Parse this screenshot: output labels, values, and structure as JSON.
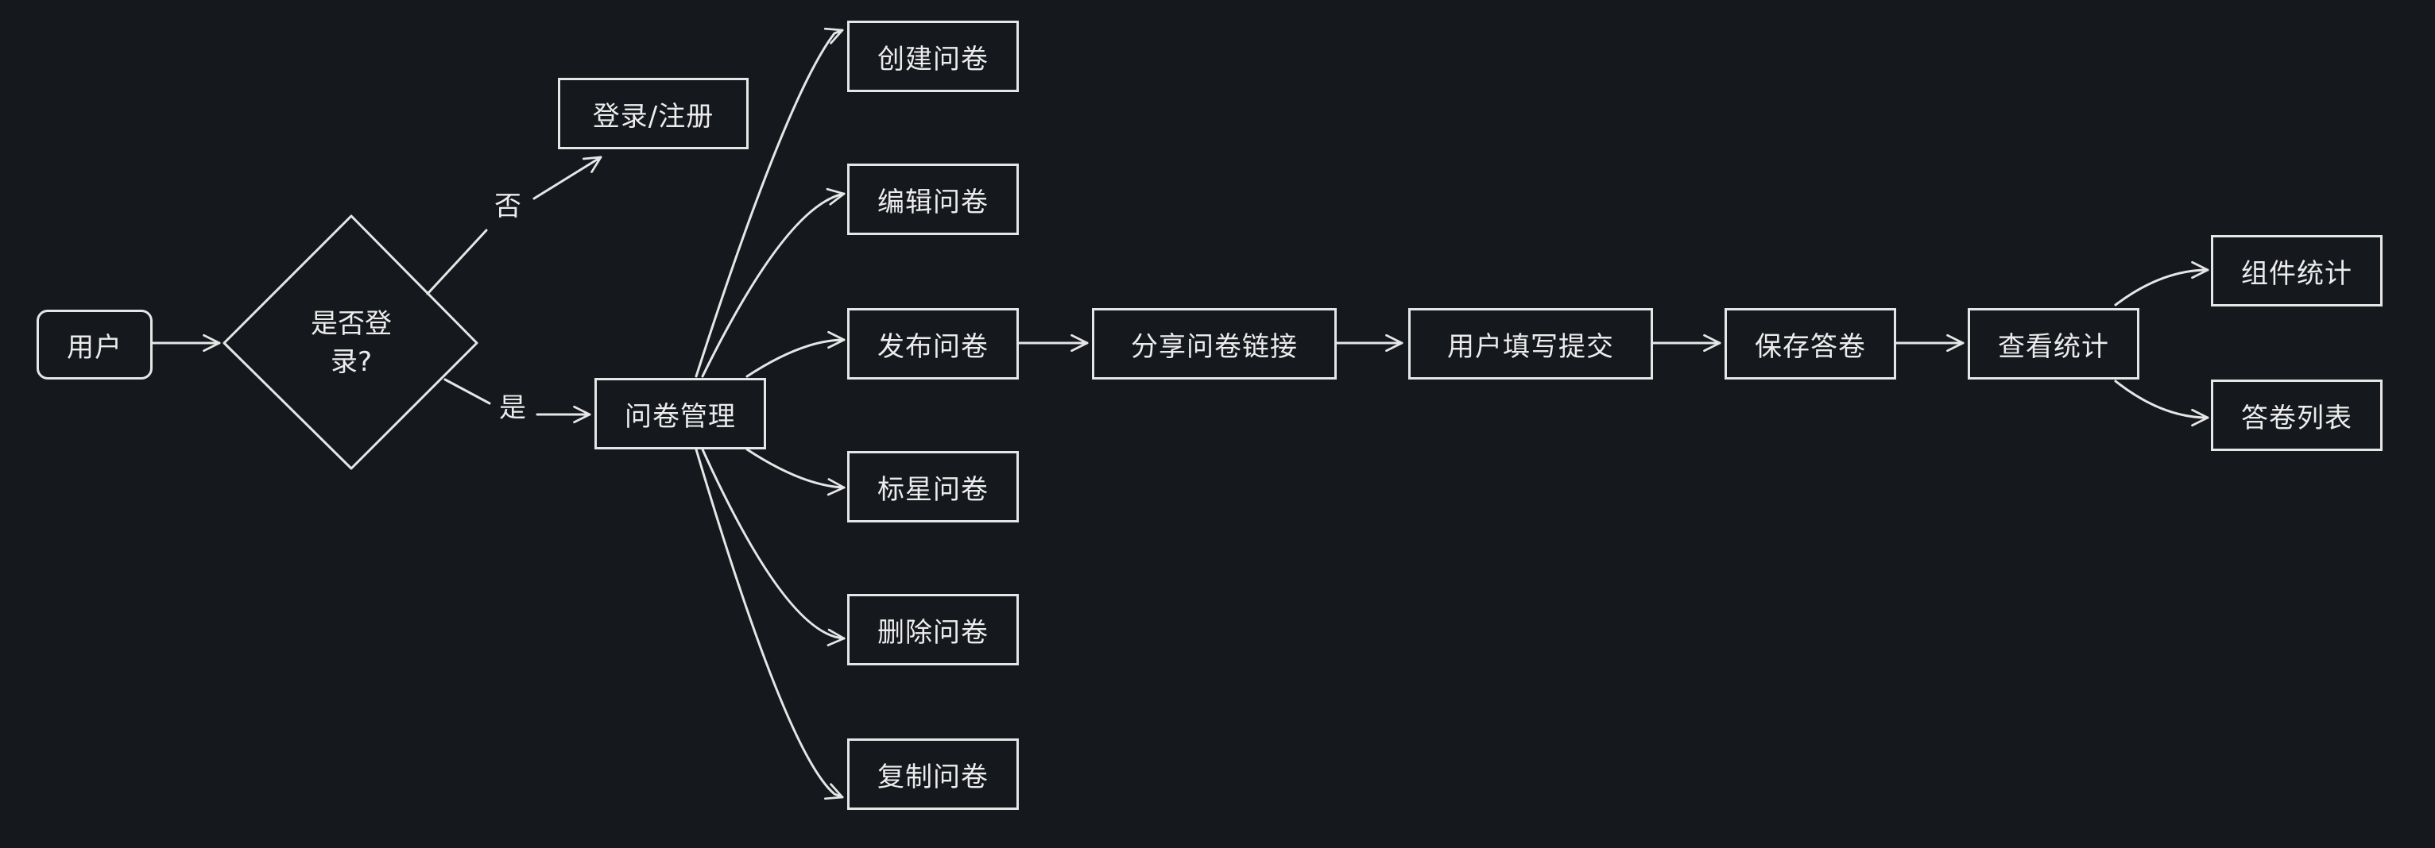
{
  "nodes": {
    "user": "用户",
    "decision": "是否登\n录?",
    "login": "登录/注册",
    "manage": "问卷管理",
    "create": "创建问卷",
    "edit": "编辑问卷",
    "publish": "发布问卷",
    "star": "标星问卷",
    "delete": "删除问卷",
    "copy": "复制问卷",
    "share": "分享问卷链接",
    "fill": "用户填写提交",
    "save": "保存答卷",
    "stats": "查看统计",
    "component_stats": "组件统计",
    "answer_list": "答卷列表"
  },
  "edge_labels": {
    "no": "否",
    "yes": "是"
  }
}
